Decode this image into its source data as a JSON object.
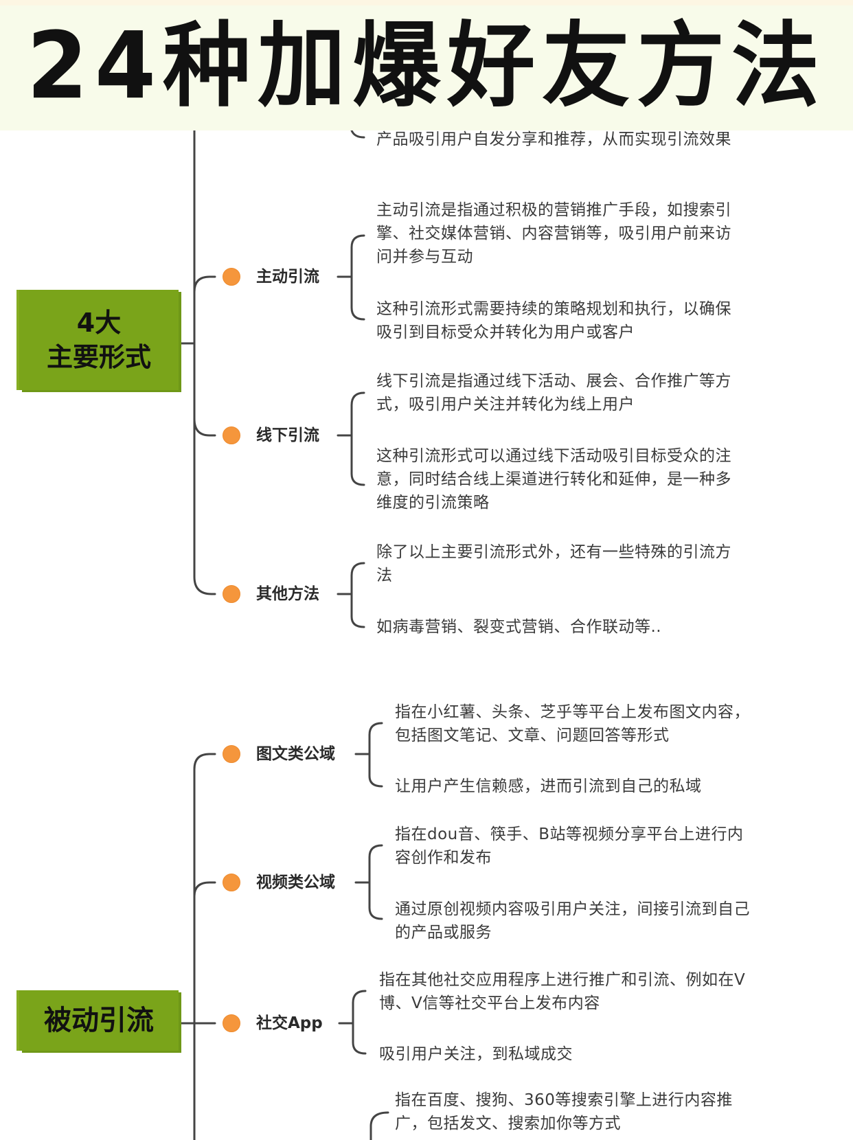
{
  "header": {
    "title": "24种加爆好友方法",
    "background": "#f8fbea"
  },
  "colors": {
    "root_node": "#7aa41a",
    "bullet": "#f5963c",
    "line": "#444444"
  },
  "section1": {
    "root_line1": "4大",
    "root_line2": "主要形式",
    "top_leaf": {
      "text": "产品吸引用户自发分享和推荐，从而实现引流效果"
    },
    "branches": [
      {
        "label": "主动引流",
        "leaves": [
          "主动引流是指通过积极的营销推广手段，如搜索引擎、社交媒体营销、内容营销等，吸引用户前来访问并参与互动",
          "这种引流形式需要持续的策略规划和执行，以确保吸引到目标受众并转化为用户或客户"
        ]
      },
      {
        "label": "线下引流",
        "leaves": [
          "线下引流是指通过线下活动、展会、合作推广等方式，吸引用户关注并转化为线上用户",
          "这种引流形式可以通过线下活动吸引目标受众的注意，同时结合线上渠道进行转化和延伸，是一种多维度的引流策略"
        ]
      },
      {
        "label": "其他方法",
        "leaves": [
          "除了以上主要引流形式外，还有一些特殊的引流方法",
          "如病毒营销、裂变式营销、合作联动等.."
        ]
      }
    ]
  },
  "section2": {
    "root_label": "被动引流",
    "branches": [
      {
        "label": "图文类公域",
        "leaves": [
          "指在小红薯、头条、芝乎等平台上发布图文内容，包括图文笔记、文章、问题回答等形式",
          "让用户产生信赖感，进而引流到自己的私域"
        ]
      },
      {
        "label": "视频类公域",
        "leaves": [
          "指在dou音、筷手、B站等视频分享平台上进行内容创作和发布",
          "通过原创视频内容吸引用户关注，间接引流到自己的产品或服务"
        ]
      },
      {
        "label": "社交App",
        "leaves": [
          "指在其他社交应用程序上进行推广和引流、例如在V博、V信等社交平台上发布内容",
          "吸引用户关注，到私域成交"
        ]
      },
      {
        "label": "",
        "leaves": [
          "指在百度、搜狗、360等搜索引擎上进行内容推广，包括发文、搜索加你等方式"
        ]
      }
    ]
  }
}
